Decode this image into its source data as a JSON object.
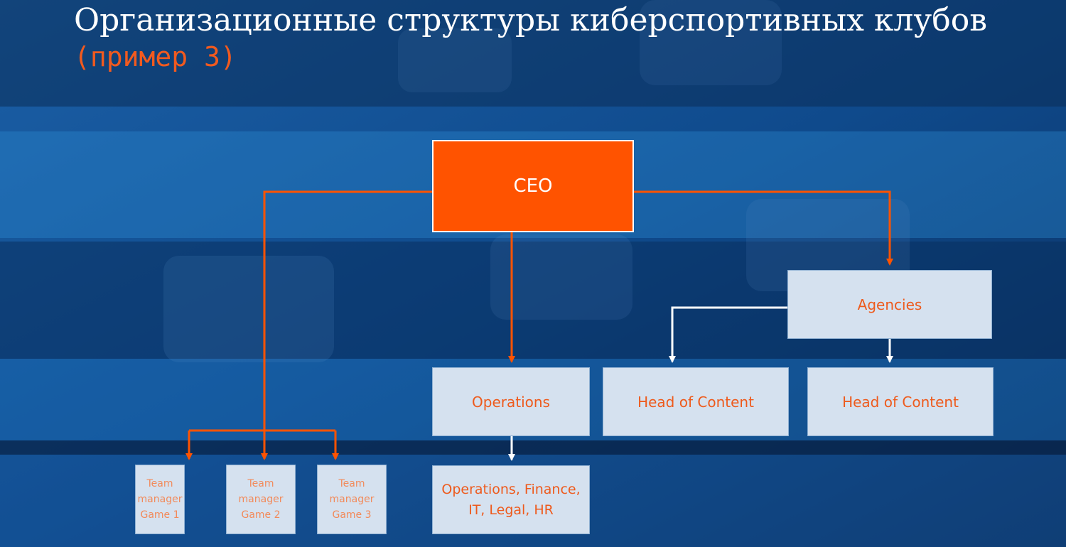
{
  "title": {
    "main": "Организационные структуры киберспортивных клубов",
    "accent": "(пример 3)"
  },
  "nodes": {
    "ceo": "CEO",
    "agencies": "Agencies",
    "operations": "Operations",
    "head_content_left": "Head of Content",
    "head_content_right": "Head of Content",
    "dept": "Operations, Finance,\nIT, Legal, HR",
    "team1": "Team\nmanager\nGame 1",
    "team2": "Team\nmanager\nGame 2",
    "team3": "Team\nmanager\nGame 3"
  },
  "colors": {
    "accent": "#ff5300",
    "box_fill": "#d5e1ef",
    "connector_orange": "#ff5300",
    "connector_white": "#ffffff",
    "background": "#0d3f78"
  }
}
